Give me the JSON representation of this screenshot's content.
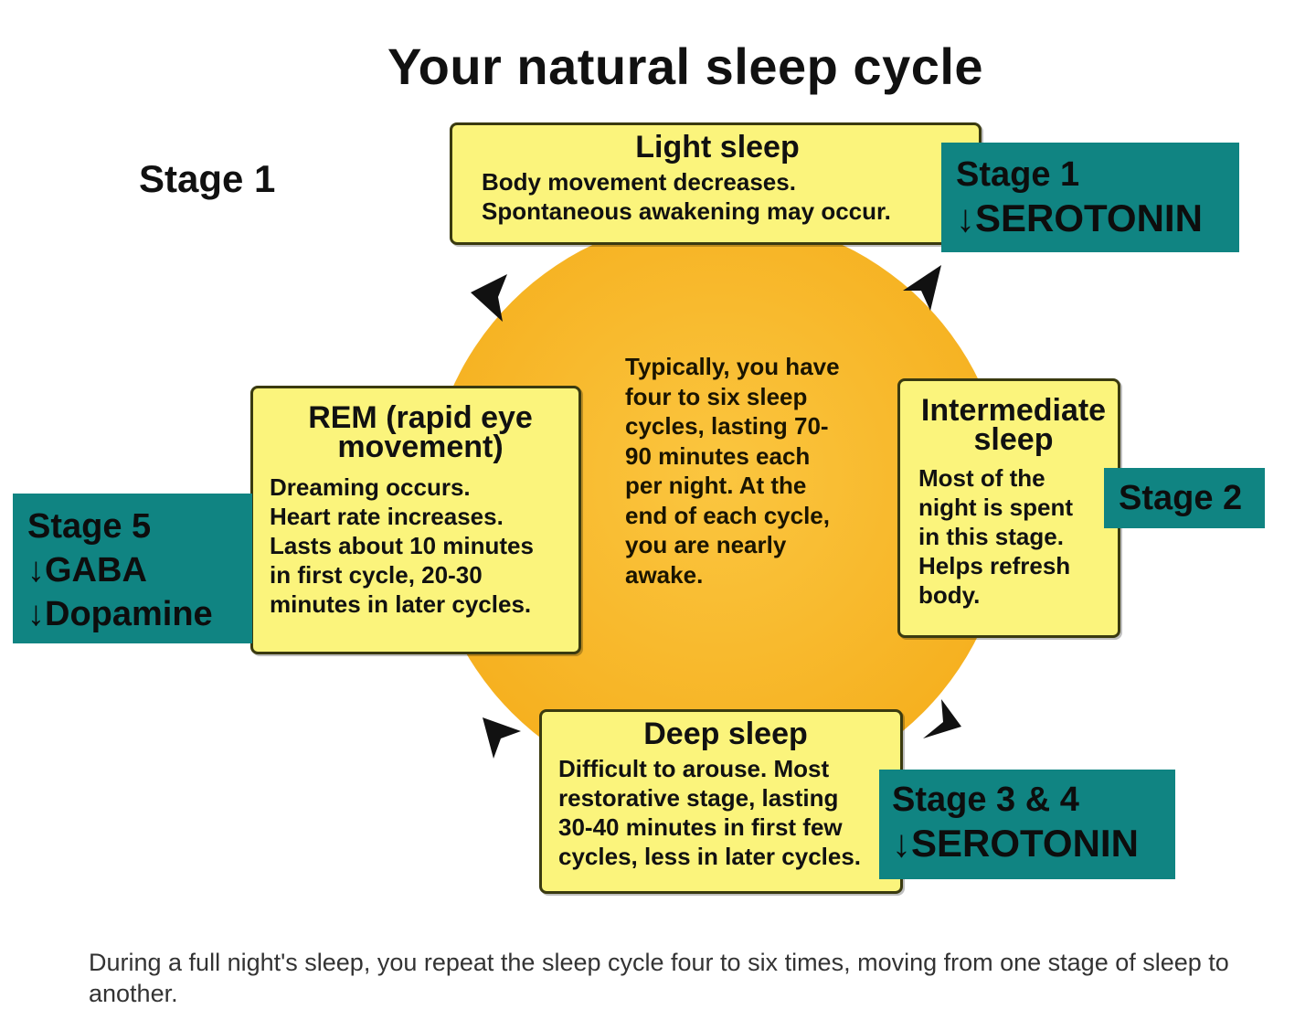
{
  "title": "Your natural sleep cycle",
  "stage1_label": "Stage 1",
  "center_text": "Typically, you have four to six sleep cycles, lasting 70-90 minutes each per night. At the end of each cycle, you are nearly awake.",
  "boxes": {
    "light": {
      "title": "Light sleep",
      "lines": [
        "Body movement decreases.",
        "Spontaneous awakening may occur."
      ]
    },
    "intermediate": {
      "title_lines": [
        "Intermediate",
        "sleep"
      ],
      "lines": [
        "Most of the",
        "night is spent",
        "in this stage.",
        "Helps refresh",
        "body."
      ]
    },
    "deep": {
      "title": "Deep sleep",
      "lines": [
        "Difficult to arouse. Most",
        "restorative stage, lasting",
        "30-40 minutes in first few",
        "cycles, less in later cycles."
      ]
    },
    "rem": {
      "title_lines": [
        "REM (rapid eye",
        "movement)"
      ],
      "lines": [
        "Dreaming occurs.",
        "Heart rate increases.",
        "Lasts about 10 minutes",
        "in first cycle, 20-30",
        "minutes in later cycles."
      ]
    }
  },
  "tags": {
    "stage1": {
      "title": "Stage 1",
      "lines": [
        "↓SEROTONIN"
      ]
    },
    "stage2": {
      "title": "Stage 2",
      "lines": []
    },
    "stage34": {
      "title": "Stage 3 & 4",
      "lines": [
        "↓SEROTONIN"
      ]
    },
    "stage5": {
      "title": "Stage 5",
      "lines": [
        "↓GABA",
        "↓Dopamine"
      ]
    }
  },
  "caption": "During a full night's sleep, you repeat the sleep cycle four to six times, moving from one stage of sleep to another.",
  "colors": {
    "circle": "#f9b928",
    "box": "#fbf47c",
    "tag": "#108482"
  }
}
